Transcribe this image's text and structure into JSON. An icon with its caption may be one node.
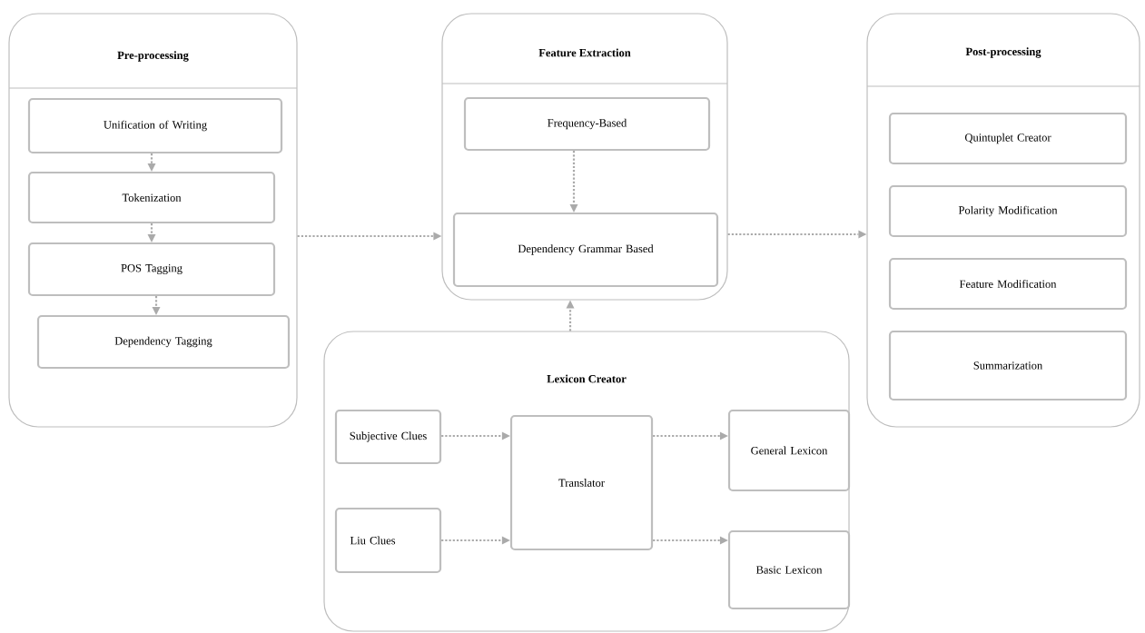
{
  "diagram": {
    "nodes": [
      {
        "text": [
          "Pre-processing"
        ]
      },
      {
        "text": [
          "Unification of Writing"
        ],
        "in": 0
      },
      {
        "text": [
          "Tokenization"
        ],
        "in": 0
      },
      {
        "text": [
          "POS Tagging"
        ],
        "in": 0
      },
      {
        "text": [
          "Dependency Tagging"
        ],
        "in": 0
      },
      {
        "text": [
          "Feature Extraction"
        ]
      },
      {
        "text": [
          "Frequency-Based"
        ],
        "in": 5
      },
      {
        "text": [
          "Dependency Grammar Based"
        ],
        "in": 5
      },
      {
        "text": [
          "Post-processing"
        ]
      },
      {
        "text": [
          "Quintuplet Creator"
        ],
        "in": 8
      },
      {
        "text": [
          "Polarity Modification"
        ],
        "in": 8
      },
      {
        "text": [
          "Feature Modification"
        ],
        "in": 8
      },
      {
        "text": [
          "Summarization"
        ],
        "in": 8
      },
      {
        "text": [
          "Lexicon Creator"
        ]
      },
      {
        "text": [
          "Subjective Clues"
        ],
        "in": 13
      },
      {
        "text": [
          "Liu Clues"
        ],
        "in": 13
      },
      {
        "text": [
          "Translator"
        ],
        "in": 13
      },
      {
        "text": [
          "General Lexicon"
        ],
        "in": 13
      },
      {
        "text": [
          "Basic Lexicon"
        ],
        "in": 13
      }
    ],
    "edges": [
      {
        "from": 1,
        "to": 2,
        "arrow": "to"
      },
      {
        "from": 2,
        "to": 3,
        "arrow": "to"
      },
      {
        "from": 3,
        "to": 4,
        "arrow": "to"
      },
      {
        "from": 0,
        "to": 5,
        "arrow": "to"
      },
      {
        "from": 5,
        "to": 8,
        "arrow": "to"
      },
      {
        "from": 6,
        "to": 7,
        "arrow": "to"
      },
      {
        "from": 13,
        "to": 5,
        "arrow": "to"
      },
      {
        "from": 14,
        "to": 16,
        "arrow": "to"
      },
      {
        "from": 15,
        "to": 16,
        "arrow": "to"
      },
      {
        "from": 16,
        "to": 17,
        "arrow": "to"
      },
      {
        "from": 16,
        "to": 18,
        "arrow": "to"
      }
    ]
  }
}
